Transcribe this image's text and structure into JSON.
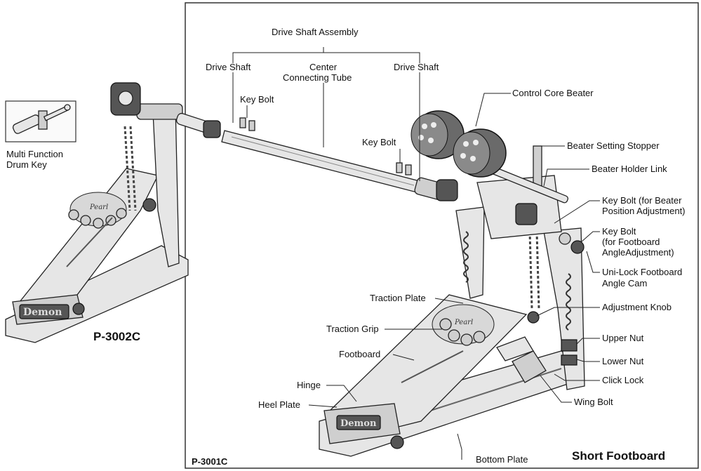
{
  "labels": {
    "drive_shaft_assembly": "Drive Shaft Assembly",
    "drive_shaft_left": "Drive Shaft",
    "center_tube_1": "Center",
    "center_tube_2": "Connecting Tube",
    "drive_shaft_right": "Drive Shaft",
    "key_bolt_upper": "Key Bolt",
    "key_bolt_mid": "Key Bolt",
    "control_core_beater": "Control Core Beater",
    "beater_setting_stopper": "Beater Setting Stopper",
    "beater_holder_link": "Beater Holder Link",
    "key_bolt_beater_1": "Key Bolt (for Beater",
    "key_bolt_beater_2": "Position Adjustment)",
    "key_bolt_footboard_1": "Key Bolt",
    "key_bolt_footboard_2": "(for Footboard",
    "key_bolt_footboard_3": "AngleAdjustment)",
    "unilock_1": "Uni-Lock Footboard",
    "unilock_2": "Angle Cam",
    "traction_plate": "Traction Plate",
    "adjustment_knob": "Adjustment Knob",
    "traction_grip": "Traction Grip",
    "upper_nut": "Upper Nut",
    "footboard": "Footboard",
    "lower_nut": "Lower Nut",
    "click_lock": "Click Lock",
    "hinge": "Hinge",
    "heel_plate": "Heel Plate",
    "wing_bolt": "Wing Bolt",
    "bottom_plate": "Bottom Plate",
    "multi_function_1": "Multi Function",
    "multi_function_2": "Drum Key"
  },
  "models": {
    "slave": "P-3002C",
    "main": "P-3001C",
    "variant": "Short Footboard"
  },
  "brand": {
    "logo_script": "Pearl",
    "heel_logo": "Demon"
  }
}
